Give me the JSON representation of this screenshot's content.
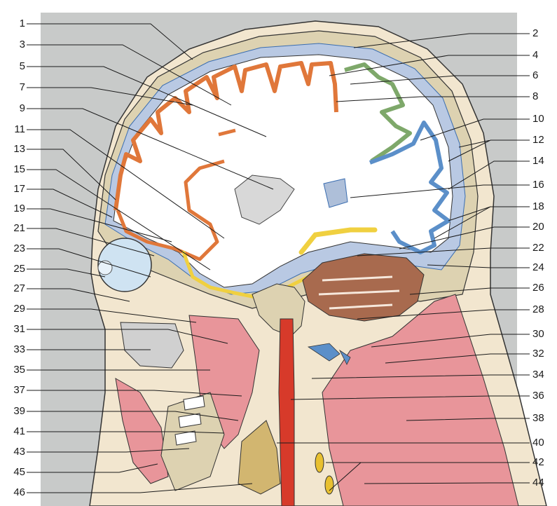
{
  "figure": {
    "left_labels": [
      "1",
      "3",
      "5",
      "7",
      "9",
      "11",
      "13",
      "15",
      "17",
      "19",
      "21",
      "23",
      "25",
      "27",
      "29",
      "31",
      "33",
      "35",
      "37",
      "39",
      "41",
      "43",
      "45",
      "46"
    ],
    "right_labels": [
      "2",
      "4",
      "6",
      "8",
      "10",
      "12",
      "14",
      "16",
      "18",
      "20",
      "22",
      "24",
      "26",
      "28",
      "30",
      "32",
      "34",
      "36",
      "38",
      "40",
      "42",
      "44"
    ]
  }
}
